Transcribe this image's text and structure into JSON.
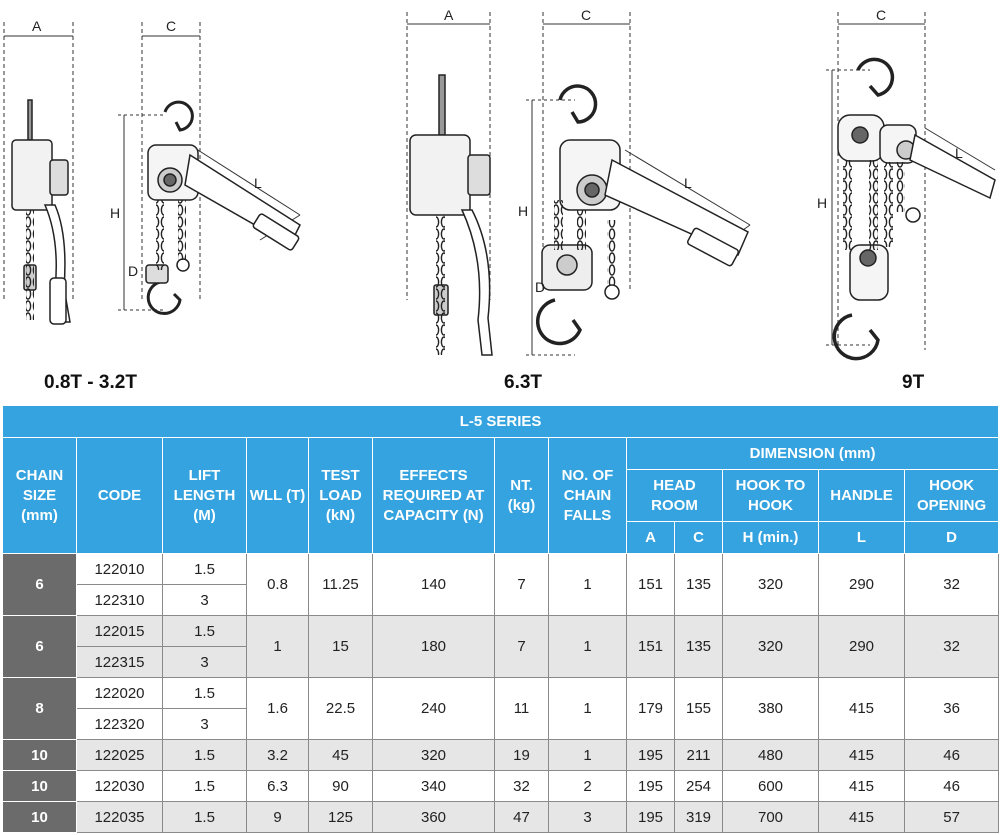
{
  "figures": {
    "dim_labels": {
      "a": "A",
      "c": "C",
      "h": "H",
      "l": "L",
      "d": "D"
    },
    "captions": [
      "0.8T - 3.2T",
      "6.3T",
      "9T"
    ]
  },
  "table": {
    "series_title": "L-5 SERIES",
    "headers": {
      "chain_size": "CHAIN SIZE (mm)",
      "code": "CODE",
      "lift_length": "LIFT LENGTH (M)",
      "wll": "WLL (T)",
      "test_load": "TEST LOAD (kN)",
      "effects": "EFFECTS REQUIRED AT CAPACITY (N)",
      "nt": "NT. (kg)",
      "falls": "NO. OF CHAIN FALLS",
      "dimension": "DIMENSION (mm)",
      "head_room": "HEAD ROOM",
      "hook_to_hook": "HOOK TO HOOK",
      "handle": "HANDLE",
      "hook_opening": "HOOK OPENING",
      "a": "A",
      "c": "C",
      "h_min": "H (min.)",
      "l": "L",
      "d": "D"
    },
    "groups": [
      {
        "chain_size": "6",
        "codes": [
          "122010",
          "122310"
        ],
        "lift_lengths": [
          "1.5",
          "3"
        ],
        "wll": "0.8",
        "test_load": "11.25",
        "effects": "140",
        "nt": "7",
        "falls": "1",
        "a": "151",
        "c": "135",
        "h": "320",
        "l": "290",
        "d": "32"
      },
      {
        "chain_size": "6",
        "codes": [
          "122015",
          "122315"
        ],
        "lift_lengths": [
          "1.5",
          "3"
        ],
        "wll": "1",
        "test_load": "15",
        "effects": "180",
        "nt": "7",
        "falls": "1",
        "a": "151",
        "c": "135",
        "h": "320",
        "l": "290",
        "d": "32"
      },
      {
        "chain_size": "8",
        "codes": [
          "122020",
          "122320"
        ],
        "lift_lengths": [
          "1.5",
          "3"
        ],
        "wll": "1.6",
        "test_load": "22.5",
        "effects": "240",
        "nt": "11",
        "falls": "1",
        "a": "179",
        "c": "155",
        "h": "380",
        "l": "415",
        "d": "36"
      },
      {
        "chain_size": "10",
        "codes": [
          "122025"
        ],
        "lift_lengths": [
          "1.5"
        ],
        "wll": "3.2",
        "test_load": "45",
        "effects": "320",
        "nt": "19",
        "falls": "1",
        "a": "195",
        "c": "211",
        "h": "480",
        "l": "415",
        "d": "46"
      },
      {
        "chain_size": "10",
        "codes": [
          "122030"
        ],
        "lift_lengths": [
          "1.5"
        ],
        "wll": "6.3",
        "test_load": "90",
        "effects": "340",
        "nt": "32",
        "falls": "2",
        "a": "195",
        "c": "254",
        "h": "600",
        "l": "415",
        "d": "46"
      },
      {
        "chain_size": "10",
        "codes": [
          "122035"
        ],
        "lift_lengths": [
          "1.5"
        ],
        "wll": "9",
        "test_load": "125",
        "effects": "360",
        "nt": "47",
        "falls": "3",
        "a": "195",
        "c": "319",
        "h": "700",
        "l": "415",
        "d": "57"
      }
    ]
  },
  "colors": {
    "header_blue": "#35a3df",
    "size_grey": "#6b6b6c",
    "band_grey": "#e6e6e7"
  }
}
